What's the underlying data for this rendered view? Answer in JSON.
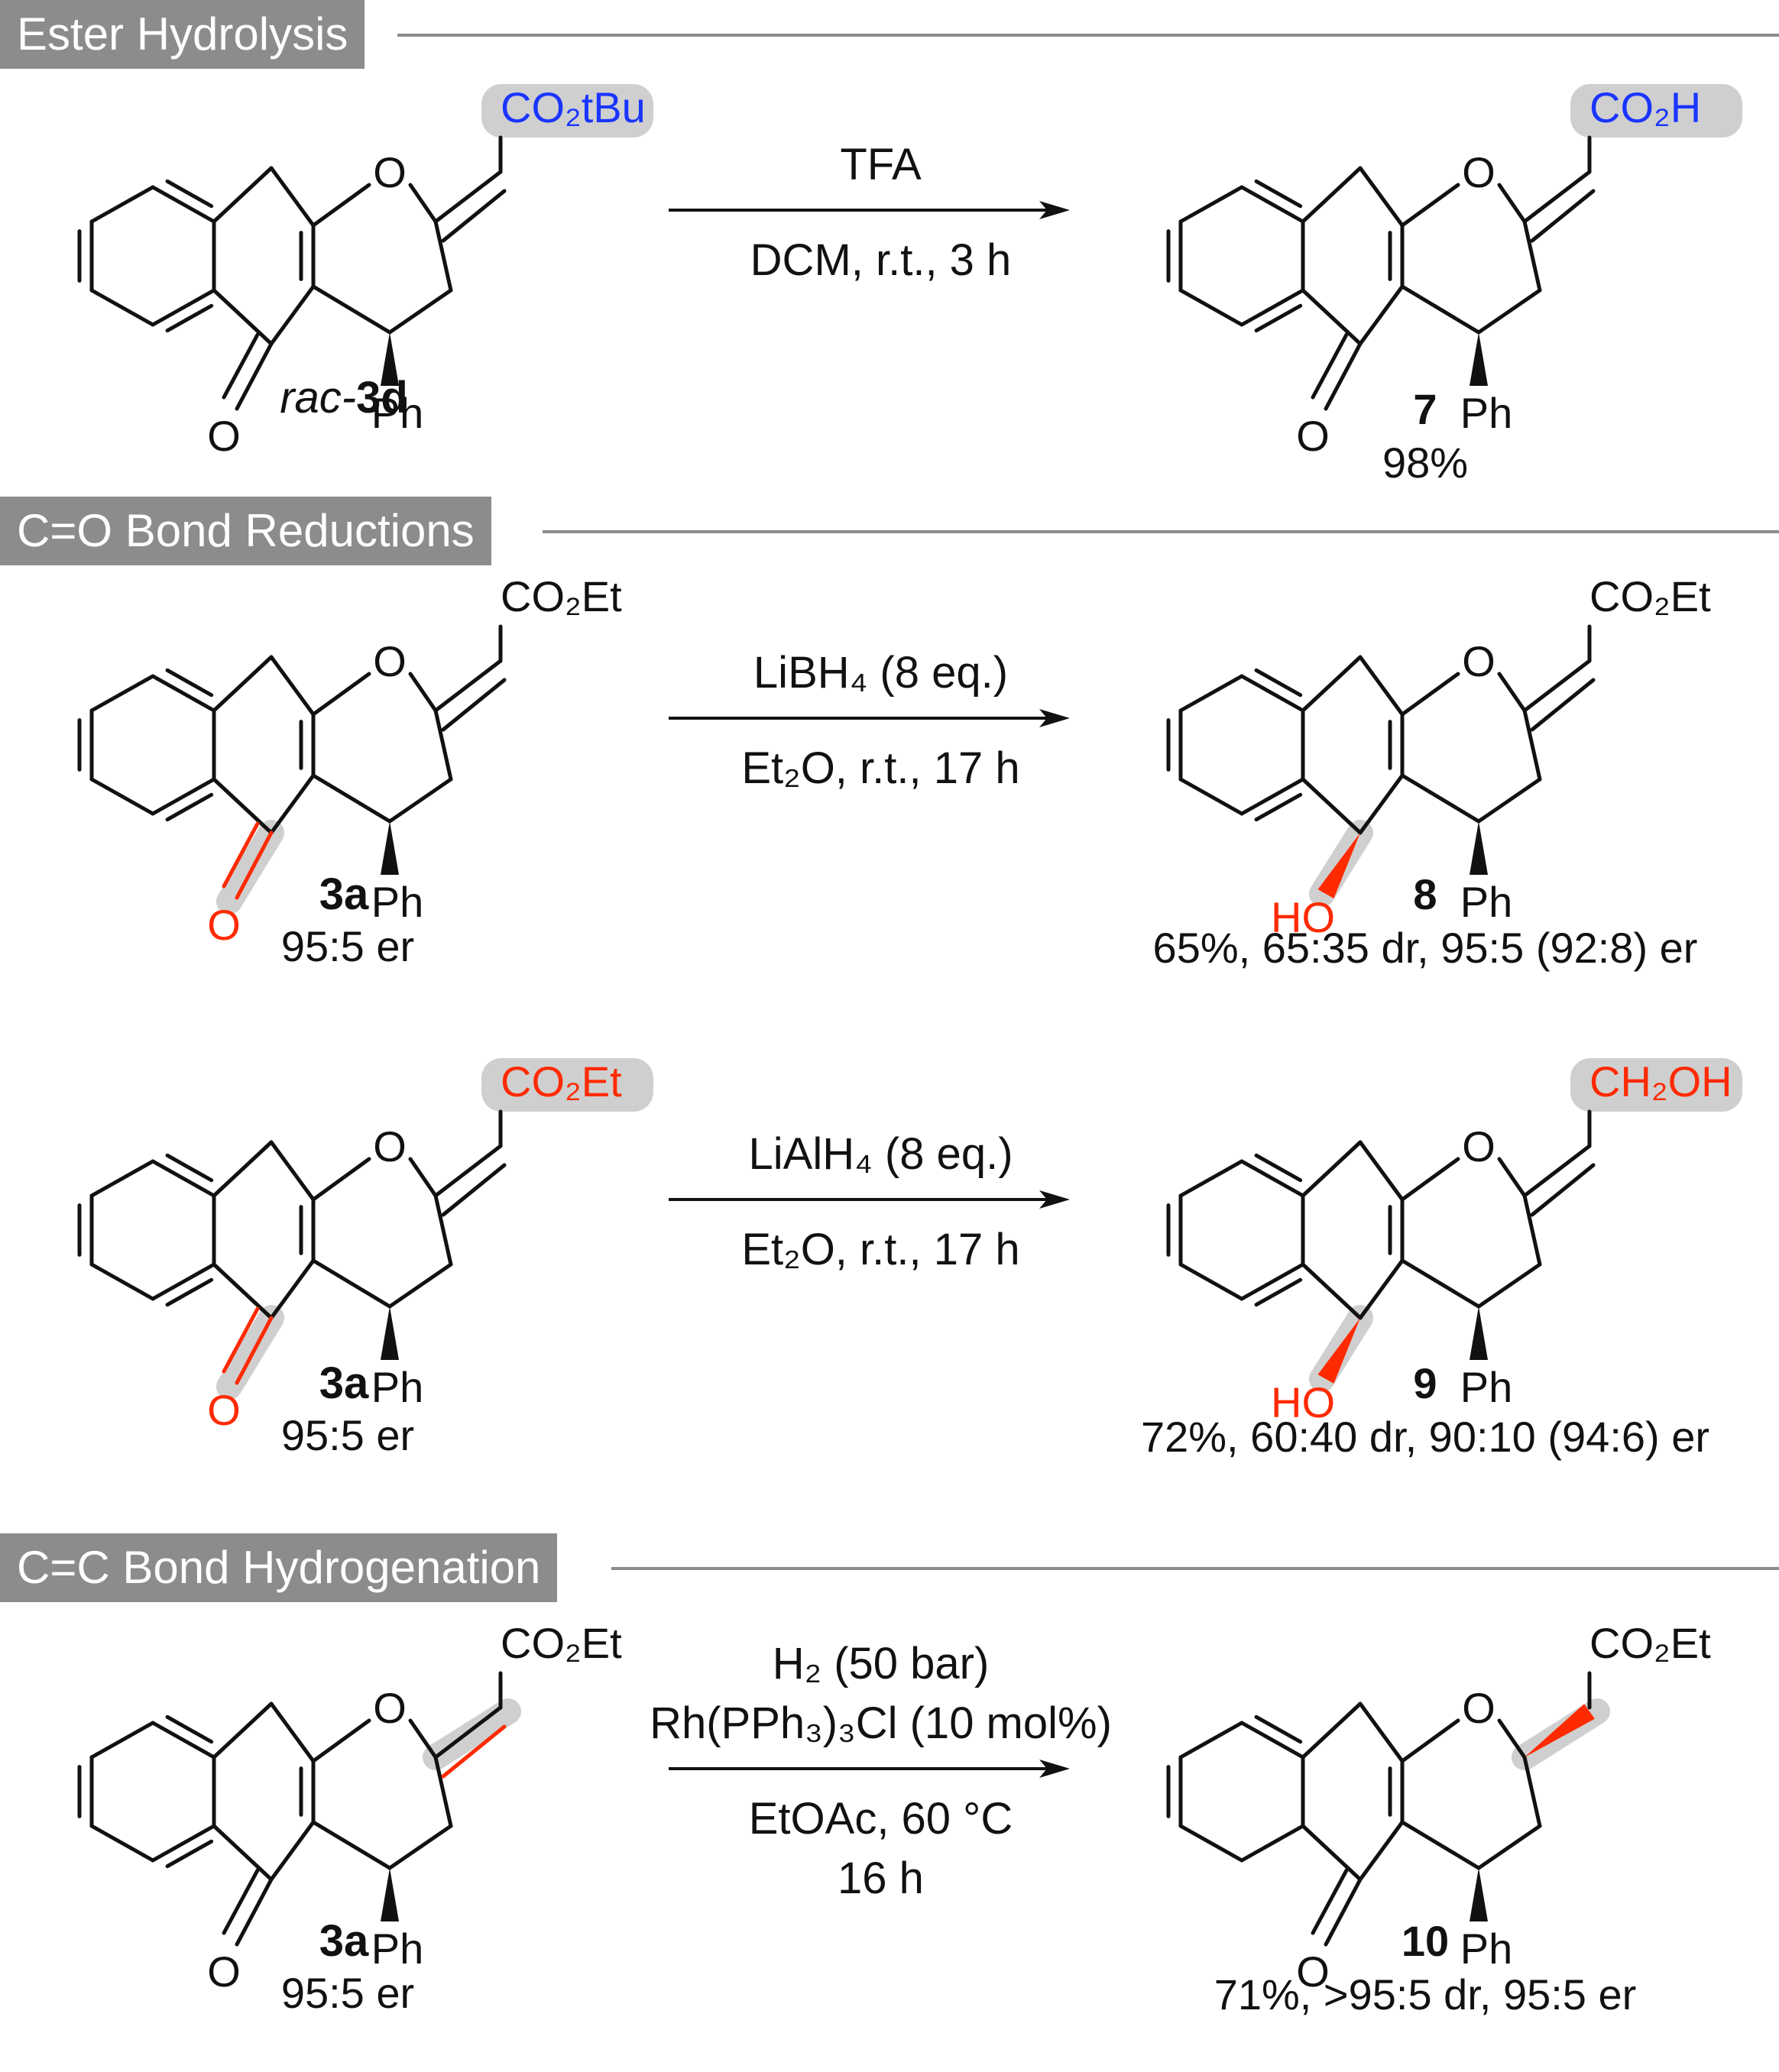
{
  "sections": [
    {
      "label": "Ester Hydrolysis"
    },
    {
      "label": "C=O Bond Reductions"
    },
    {
      "label": "C=C Bond Hydrogenation"
    }
  ],
  "colors": {
    "blue": "#1a35ff",
    "red": "#ff2a00",
    "highlight": "#cfcfcf",
    "header": "#8c8c8c"
  },
  "reactions": [
    {
      "reagent_lines": [
        "TFA"
      ],
      "condition_lines": [
        "DCM, r.t., 3 h"
      ],
      "sm": {
        "substituent": "CO₂tBu",
        "ketone_o": "O",
        "ring_o": "O",
        "ph": "Ph",
        "name_prefix": "rac-",
        "name_bold": "3d",
        "info": ""
      },
      "prod": {
        "substituent": "CO₂H",
        "ketone_o": "O",
        "ring_o": "O",
        "ph": "Ph",
        "name": "7",
        "info": "98%"
      }
    },
    {
      "reagent_lines": [
        "LiBH₄ (8 eq.)"
      ],
      "condition_lines": [
        "Et₂O, r.t., 17 h"
      ],
      "sm": {
        "substituent": "CO₂Et",
        "ketone_o": "O",
        "ring_o": "O",
        "ph": "Ph",
        "name_prefix": "",
        "name_bold": "3a",
        "info": "95:5 er"
      },
      "prod": {
        "substituent": "CO₂Et",
        "hydroxyl": "HO",
        "ring_o": "O",
        "ph": "Ph",
        "name": "8",
        "info": "65%, 65:35 dr, 95:5 (92:8) er"
      }
    },
    {
      "reagent_lines": [
        "LiAlH₄ (8 eq.)"
      ],
      "condition_lines": [
        "Et₂O, r.t., 17 h"
      ],
      "sm": {
        "substituent": "CO₂Et",
        "ketone_o": "O",
        "ring_o": "O",
        "ph": "Ph",
        "name_prefix": "",
        "name_bold": "3a",
        "info": "95:5 er"
      },
      "prod": {
        "substituent": "CH₂OH",
        "hydroxyl": "HO",
        "ring_o": "O",
        "ph": "Ph",
        "name": "9",
        "info": "72%, 60:40 dr, 90:10 (94:6) er"
      }
    },
    {
      "reagent_lines": [
        "H₂ (50 bar)",
        "Rh(PPh₃)₃Cl (10 mol%)"
      ],
      "condition_lines": [
        "EtOAc, 60 °C",
        "16 h"
      ],
      "sm": {
        "substituent": "CO₂Et",
        "ketone_o": "O",
        "ring_o": "O",
        "ph": "Ph",
        "name_prefix": "",
        "name_bold": "3a",
        "info": "95:5 er"
      },
      "prod": {
        "substituent": "CO₂Et",
        "ketone_o": "O",
        "ring_o": "O",
        "ph": "Ph",
        "name": "10",
        "info": "71%, >95:5 dr, 95:5 er"
      }
    }
  ]
}
